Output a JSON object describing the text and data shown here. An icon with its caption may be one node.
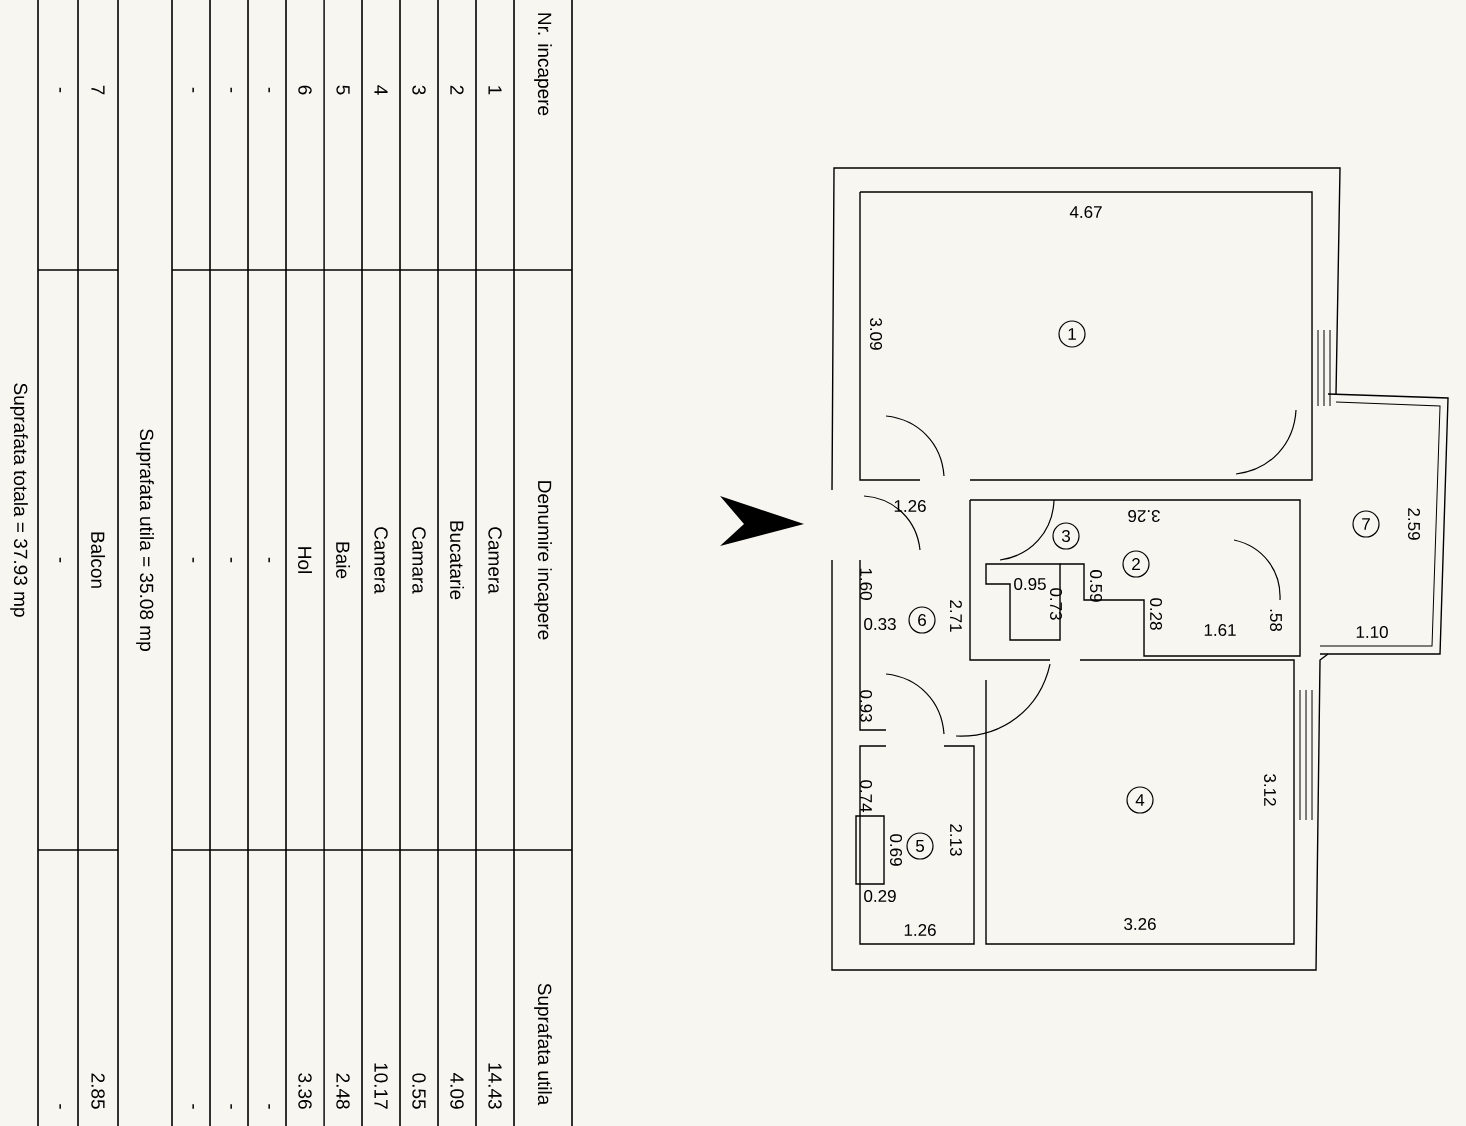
{
  "diagram": {
    "nodes": [
      {
        "text": [
          "1"
        ]
      },
      {
        "text": [
          "2"
        ]
      },
      {
        "text": [
          "3"
        ]
      },
      {
        "text": [
          "4"
        ]
      },
      {
        "text": [
          "5"
        ]
      },
      {
        "text": [
          "6"
        ]
      },
      {
        "text": [
          "7"
        ]
      }
    ],
    "labels": [
      "Nr. incapere",
      "Denumire incapere",
      "Suprafata utila",
      "1",
      "Camera",
      "14.43",
      "2",
      "Bucatarie",
      "4.09",
      "3",
      "Camara",
      "0.55",
      "4",
      "Camera",
      "10.17",
      "5",
      "Baie",
      "2.48",
      "6",
      "Hol",
      "3.36",
      "-",
      "-",
      "-",
      "-",
      "-",
      "-",
      "-",
      "-",
      "-",
      "Suprafata utila = 35.08 mp",
      "7",
      "Balcon",
      "2.85",
      "-",
      "-",
      "-",
      "Suprafata totala = 37.93 mp",
      "4.67",
      "3.09",
      "1.26",
      "3.26",
      "2.59",
      "0.95",
      "0.73",
      "0.59",
      "0.28",
      "1.61",
      ".58",
      "1.10",
      "1.60",
      "0.33",
      "2.71",
      "0.93",
      "0.74",
      "0.69",
      "2.13",
      "0.29",
      "1.26",
      "3.26",
      "3.12"
    ]
  }
}
